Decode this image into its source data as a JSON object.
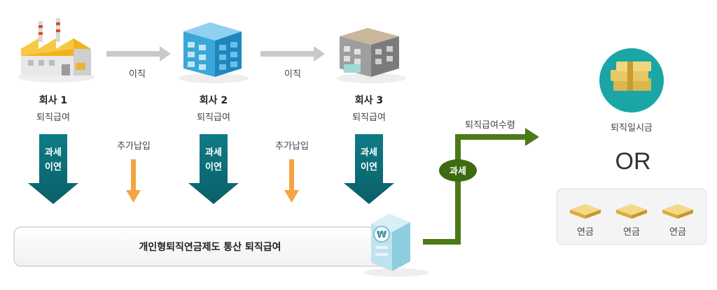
{
  "companies": [
    {
      "name": "회사 1",
      "benefit": "퇴직급여"
    },
    {
      "name": "회사 2",
      "benefit": "퇴직급여"
    },
    {
      "name": "회사 3",
      "benefit": "퇴직급여"
    }
  ],
  "transfer_label": "이직",
  "extra_payment_label": "추가납입",
  "tax_deferral": {
    "line1": "과세",
    "line2": "이연"
  },
  "irp_bar_label": "개인형퇴직연금제도 통산 퇴직급여",
  "receipt_label": "퇴직급여수령",
  "tax_badge": "과세",
  "lump_sum_label": "퇴직일시금",
  "or_label": "OR",
  "pension_label": "연금",
  "colors": {
    "teal": "#0c6e78",
    "orange": "#f5a343",
    "green": "#4c7a17",
    "grey_arrow": "#c9c9c9",
    "lump_sum_circle": "#1aa6a6"
  },
  "icons": [
    "factory-icon",
    "blue-office-icon",
    "grey-building-icon",
    "bank-building-icon",
    "money-stack-icon",
    "gold-bar-icon"
  ]
}
